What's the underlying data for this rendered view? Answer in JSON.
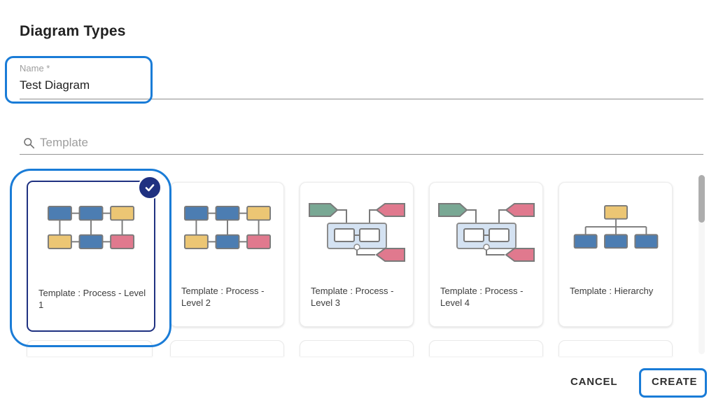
{
  "dialog": {
    "title": "Diagram Types"
  },
  "name_field": {
    "label": "Name *",
    "value": "Test Diagram"
  },
  "search": {
    "placeholder": "Template",
    "icon": "search-icon"
  },
  "templates": [
    {
      "label": "Template : Process - Level 1",
      "selected": true,
      "thumbnail": "process-grid"
    },
    {
      "label": "Template : Process - Level 2",
      "selected": false,
      "thumbnail": "process-grid"
    },
    {
      "label": "Template : Process - Level 3",
      "selected": false,
      "thumbnail": "nested-process"
    },
    {
      "label": "Template : Process - Level 4",
      "selected": false,
      "thumbnail": "nested-process"
    },
    {
      "label": "Template : Hierarchy",
      "selected": false,
      "thumbnail": "hierarchy"
    }
  ],
  "footer": {
    "cancel_label": "CANCEL",
    "create_label": "CREATE"
  },
  "icons": [
    "search-icon",
    "check-icon"
  ],
  "colors": {
    "annotation_highlight": "#1a7cd7",
    "selected_navy": "#1f3181",
    "shape_blue": "#4c7db2",
    "shape_yellow": "#ecc674",
    "shape_pink": "#e0798e",
    "shape_green": "#79a894",
    "shape_container_blue": "#d4e2f2",
    "shape_stroke": "#7a7a7a",
    "text_primary": "#212121",
    "text_secondary": "#9e9e9e"
  }
}
